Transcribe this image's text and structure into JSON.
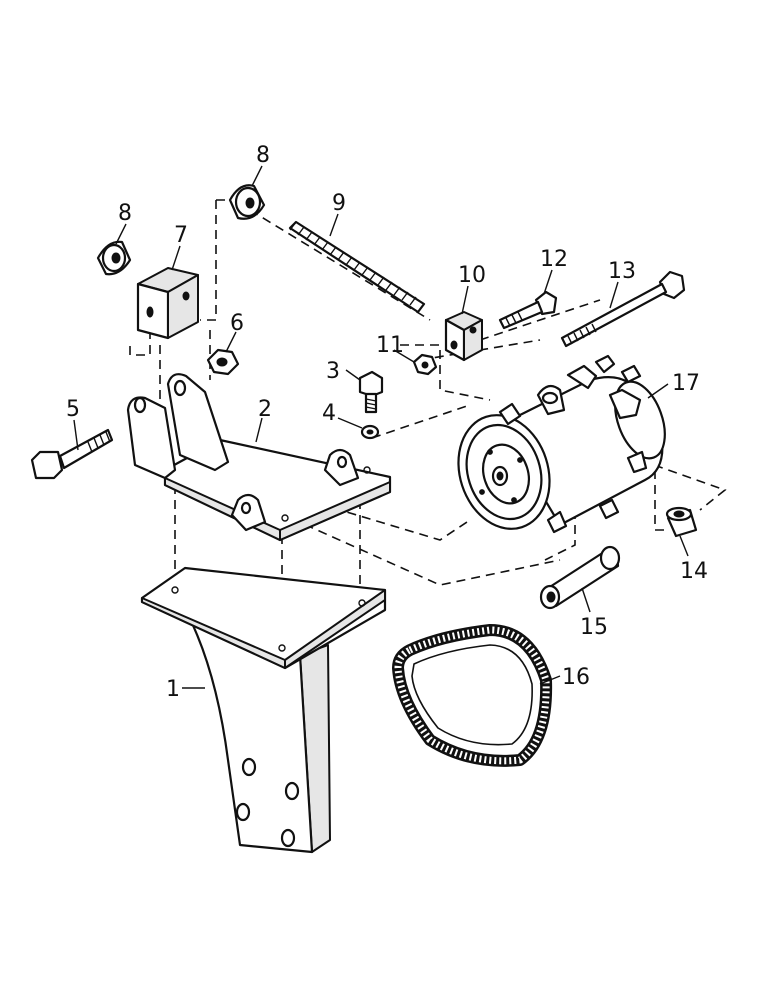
{
  "callouts": [
    {
      "id": "1",
      "text": "1"
    },
    {
      "id": "2",
      "text": "2"
    },
    {
      "id": "3",
      "text": "3"
    },
    {
      "id": "4",
      "text": "4"
    },
    {
      "id": "5",
      "text": "5"
    },
    {
      "id": "6",
      "text": "6"
    },
    {
      "id": "7",
      "text": "7"
    },
    {
      "id": "8a",
      "text": "8"
    },
    {
      "id": "8b",
      "text": "8"
    },
    {
      "id": "9",
      "text": "9"
    },
    {
      "id": "10",
      "text": "10"
    },
    {
      "id": "11",
      "text": "11"
    },
    {
      "id": "12",
      "text": "12"
    },
    {
      "id": "13",
      "text": "13"
    },
    {
      "id": "14",
      "text": "14"
    },
    {
      "id": "15",
      "text": "15"
    },
    {
      "id": "16",
      "text": "16"
    },
    {
      "id": "17",
      "text": "17"
    }
  ]
}
